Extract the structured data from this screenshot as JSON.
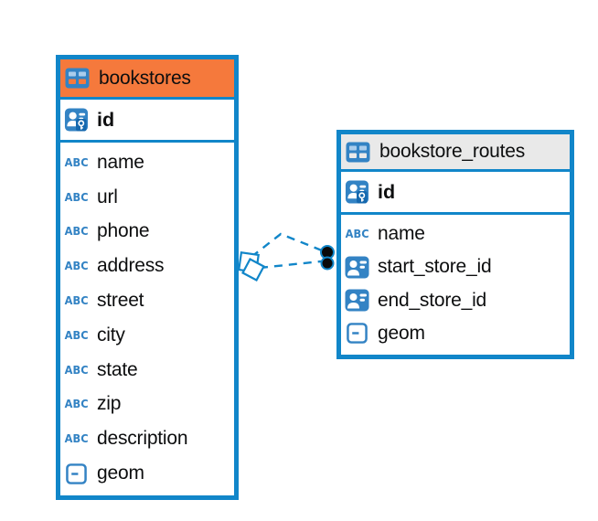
{
  "colors": {
    "accent_blue": "#1186C9",
    "icon_blue": "#3383C4",
    "badge_blue": "#1568AE",
    "cell_blue": "#AACDEC",
    "orange_header": "#F5793C",
    "gray_header": "#E9E9E9",
    "text_color": "#0D0E0F",
    "canvas_bg": "#FFFFFF"
  },
  "icon_labels": {
    "text_type": "ABC"
  },
  "tables": [
    {
      "name": "bookstores",
      "header_style": "orange",
      "primary_key": {
        "label": "id"
      },
      "columns": [
        {
          "label": "name",
          "type": "text"
        },
        {
          "label": "url",
          "type": "text"
        },
        {
          "label": "phone",
          "type": "text"
        },
        {
          "label": "address",
          "type": "text"
        },
        {
          "label": "street",
          "type": "text"
        },
        {
          "label": "city",
          "type": "text"
        },
        {
          "label": "state",
          "type": "text"
        },
        {
          "label": "zip",
          "type": "text"
        },
        {
          "label": "description",
          "type": "text"
        },
        {
          "label": "geom",
          "type": "geometry"
        }
      ]
    },
    {
      "name": "bookstore_routes",
      "header_style": "gray",
      "primary_key": {
        "label": "id"
      },
      "columns": [
        {
          "label": "name",
          "type": "text"
        },
        {
          "label": "start_store_id",
          "type": "reference"
        },
        {
          "label": "end_store_id",
          "type": "reference"
        },
        {
          "label": "geom",
          "type": "geometry"
        }
      ]
    }
  ],
  "relationships": [
    {
      "from_table": "bookstores",
      "to_table": "bookstore_routes",
      "from_marker": "square",
      "to_marker": "circle",
      "style": "dashed"
    },
    {
      "from_table": "bookstores",
      "to_table": "bookstore_routes",
      "from_marker": "square",
      "to_marker": "circle",
      "style": "dashed"
    }
  ]
}
